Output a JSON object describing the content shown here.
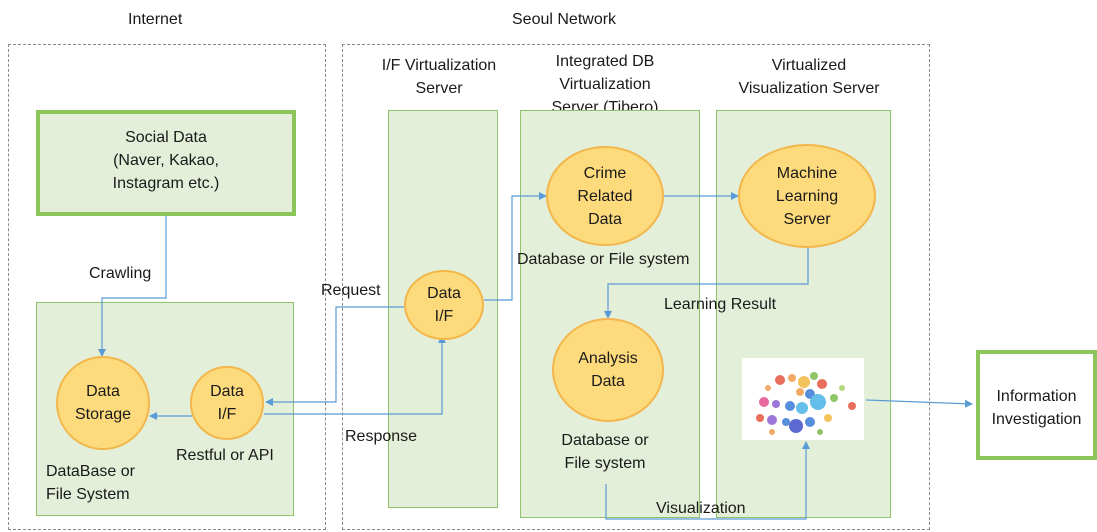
{
  "regions": {
    "internet": "Internet",
    "seoul": "Seoul Network"
  },
  "servers": {
    "if_virtualization": "I/F Virtualization\nServer",
    "integrated_db": "Integrated DB\nVirtualization\nServer (Tibero)",
    "visualization": "Virtualized\nVisualization Server"
  },
  "nodes": {
    "social_data": "Social Data\n(Naver, Kakao,\nInstagram etc.)",
    "data_storage": "Data\nStorage",
    "data_if_internet": "Data\nI/F",
    "data_if_seoul": "Data\nI/F",
    "crime_related_data": "Crime\nRelated\nData",
    "machine_learning_server": "Machine\nLearning\nServer",
    "analysis_data": "Analysis\nData",
    "information_investigation": "Information\nInvestigation"
  },
  "labels": {
    "crawling": "Crawling",
    "request": "Request",
    "response": "Response",
    "learning_result": "Learning Result",
    "visualization": "Visualization",
    "database_or_filesystem_top": "Database or File system",
    "database_or_filesystem_bottom": "Database or\nFile system",
    "database_or_filesystem_internet": "DataBase or\nFile System",
    "restful_or_api": "Restful or API"
  },
  "colors": {
    "panel_fill": "#e3efd9",
    "panel_border": "#8cc65a",
    "node_fill": "#fddb7c",
    "node_border": "#f3b64b",
    "arrow": "#5b9bd5"
  }
}
